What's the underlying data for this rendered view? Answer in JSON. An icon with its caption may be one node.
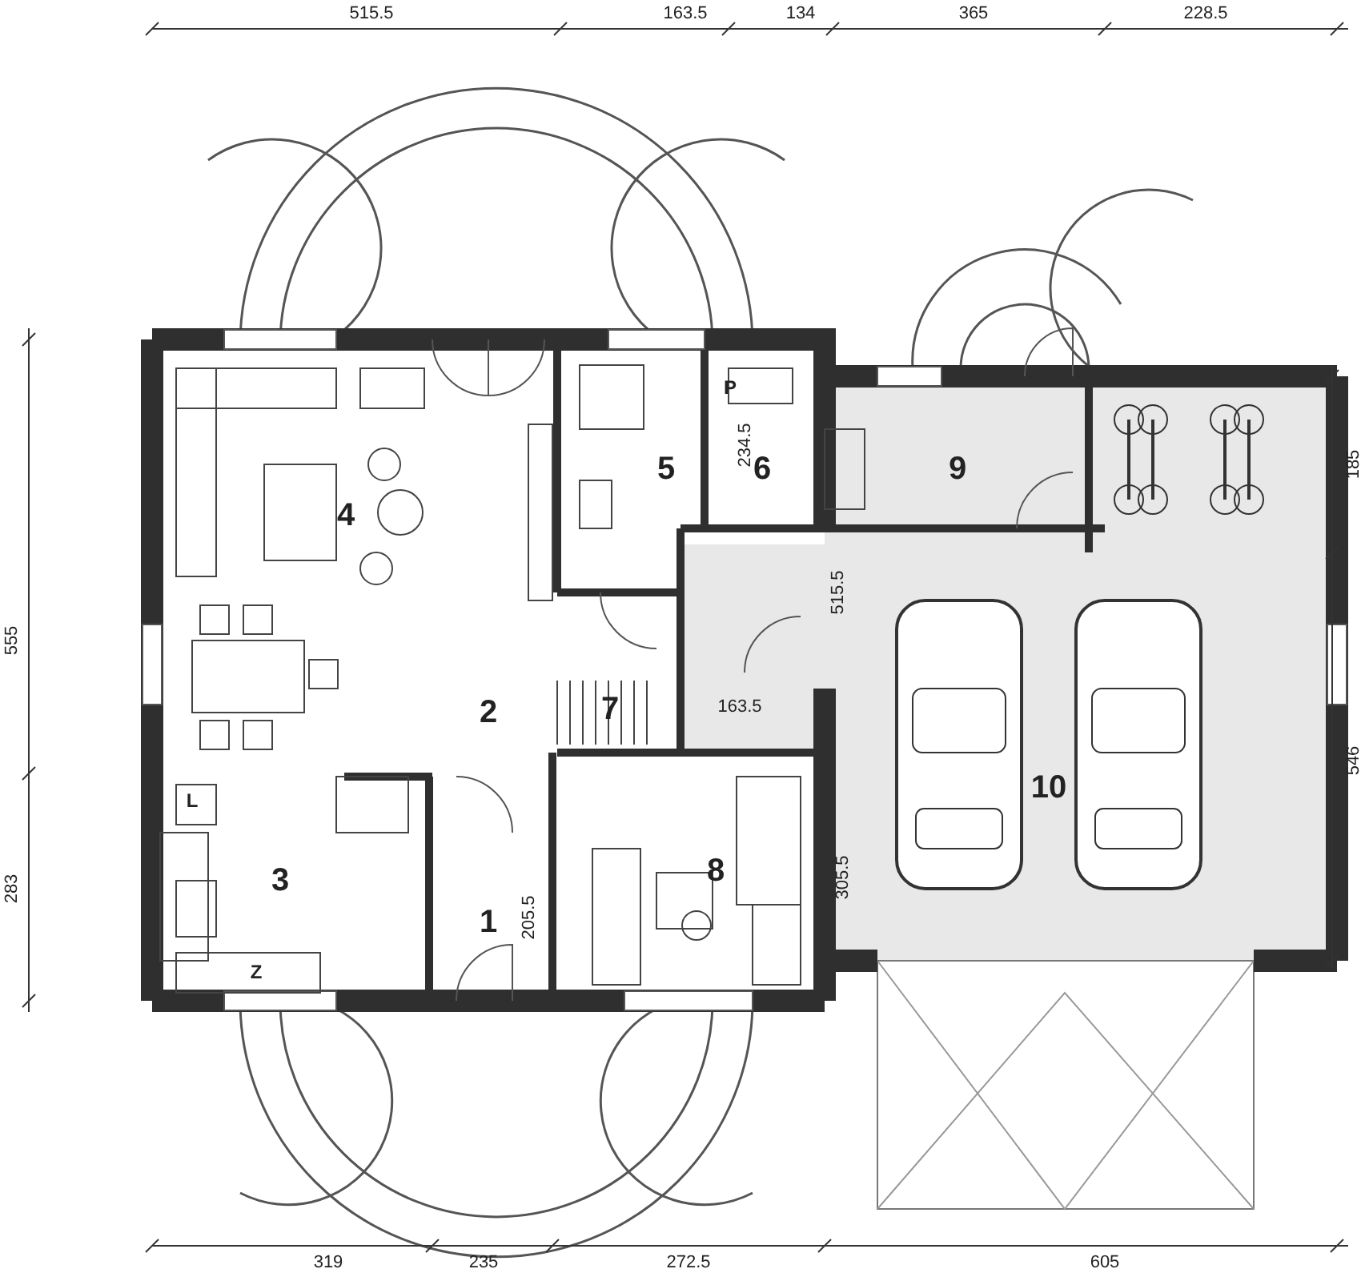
{
  "diagram": {
    "labels": [
      "515.5",
      "163.5",
      "134",
      "365",
      "228.5",
      "555",
      "283",
      "185",
      "546",
      "P",
      "234.5",
      "5",
      "6",
      "9",
      "4",
      "515.5",
      "2",
      "7",
      "163.5",
      "L",
      "10",
      "8",
      "3",
      "305.5",
      "1",
      "205.5",
      "Z",
      "319",
      "235",
      "272.5",
      "605"
    ]
  }
}
